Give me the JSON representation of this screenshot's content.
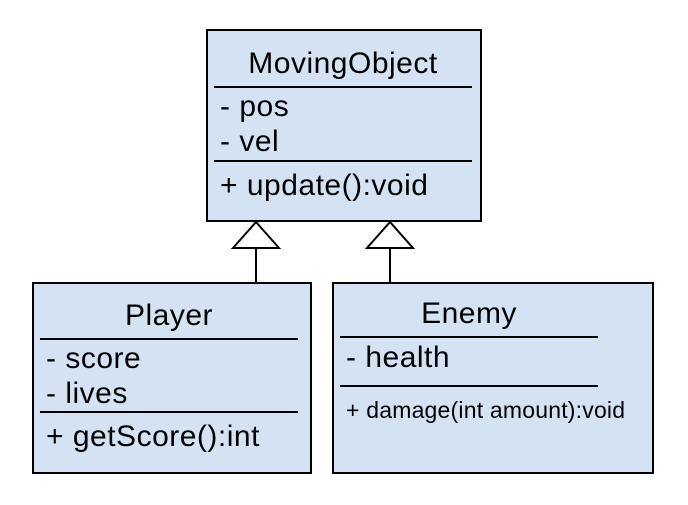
{
  "diagram": {
    "kind": "uml-class-diagram",
    "colors": {
      "box_fill": "#d3e3f3",
      "box_border": "#000000",
      "text": "#000000",
      "background": "#ffffff"
    },
    "classes": [
      {
        "name": "MovingObject",
        "attributes": [
          "- pos",
          "- vel"
        ],
        "methods": [
          "+ update():void"
        ]
      },
      {
        "name": "Player",
        "attributes": [
          "- score",
          "- lives"
        ],
        "methods": [
          "+ getScore():int"
        ]
      },
      {
        "name": "Enemy",
        "attributes": [
          "- health"
        ],
        "methods": [
          "+ damage(int amount):void"
        ]
      }
    ],
    "relations": [
      {
        "from": "Player",
        "to": "MovingObject",
        "type": "inheritance"
      },
      {
        "from": "Enemy",
        "to": "MovingObject",
        "type": "inheritance"
      }
    ]
  }
}
